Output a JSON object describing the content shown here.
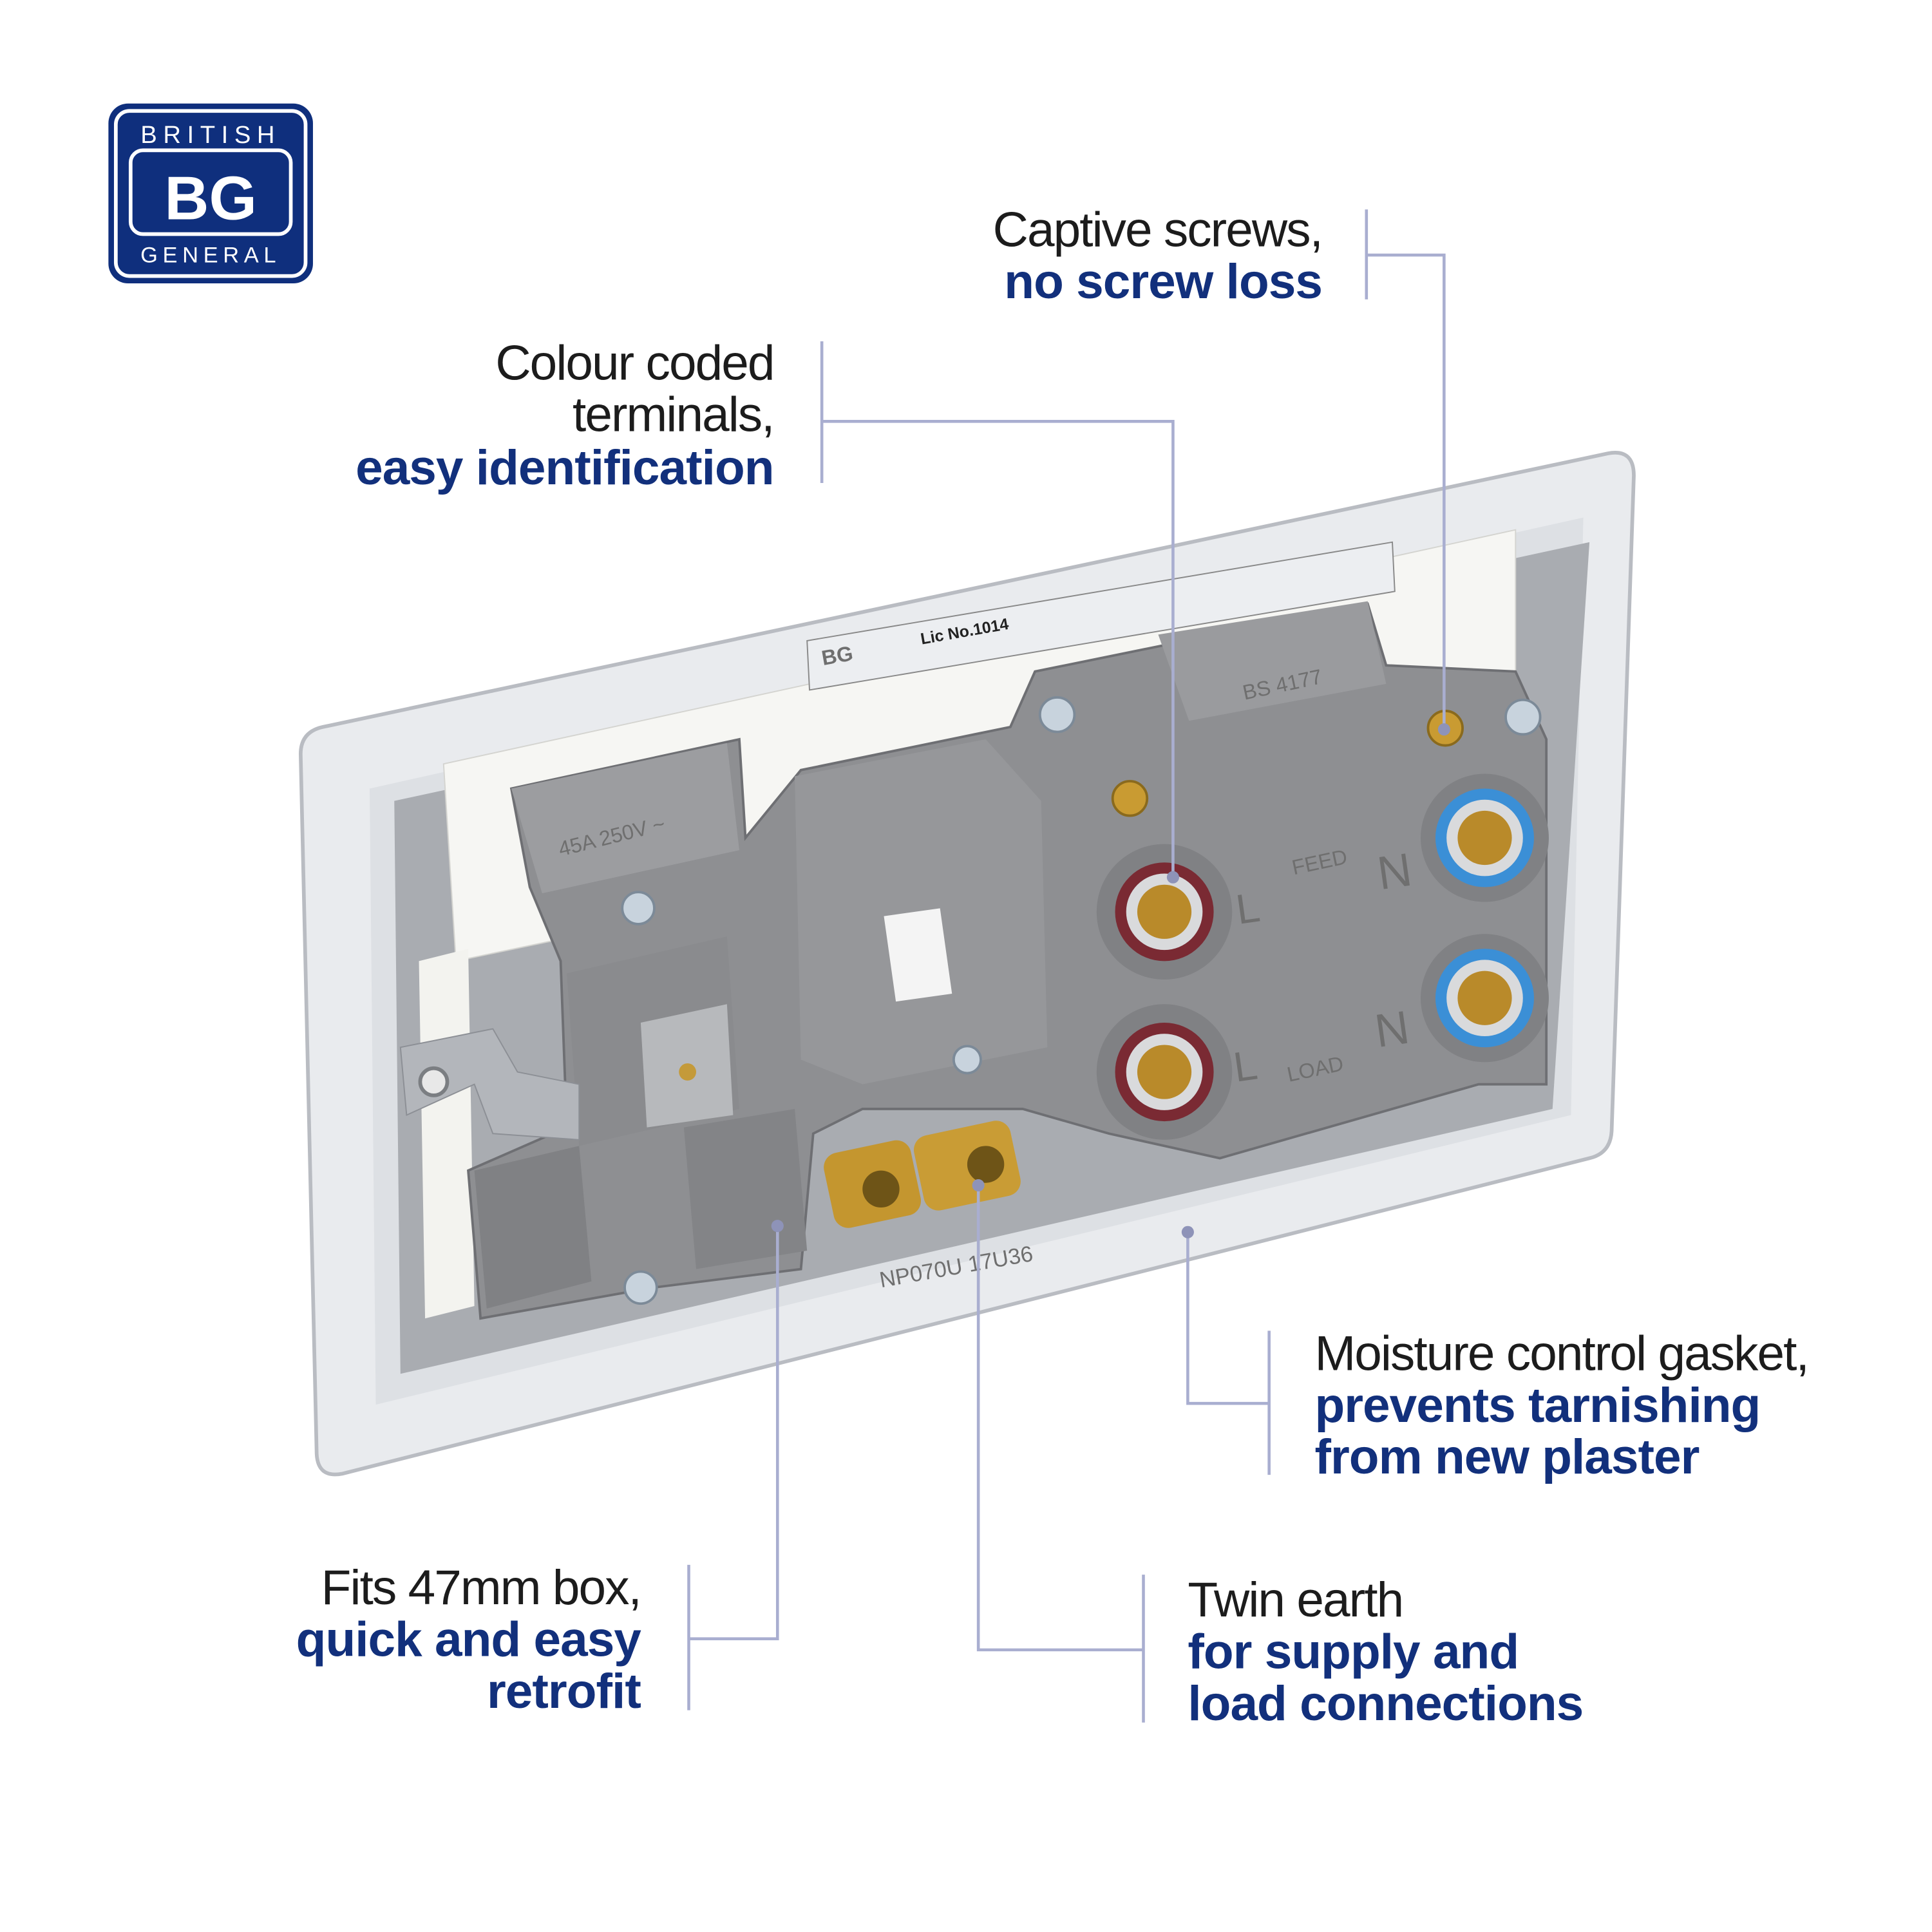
{
  "logo": {
    "top": "BRITISH",
    "mark": "BG",
    "bottom": "GENERAL"
  },
  "colors": {
    "brand_blue": "#0f2f7d",
    "callout_blue": "#12307c",
    "leader_line": "#a9aed0",
    "live_terminal": "#7a2a33",
    "neutral_terminal": "#3b8fd6",
    "body_grey": "#8c8c8c"
  },
  "callouts": [
    {
      "line1": "Captive screws,",
      "line2": "no screw loss"
    },
    {
      "line1": "Colour coded",
      "line2": "terminals,",
      "line3": "easy identification"
    },
    {
      "line1": "Moisture control gasket,",
      "line2": "prevents tarnishing",
      "line3": "from new plaster"
    },
    {
      "line1": "Fits 47mm box,",
      "line2": "quick and easy",
      "line3": "retrofit"
    },
    {
      "line1": "Twin earth",
      "line2": "for supply and",
      "line3": "load connections"
    }
  ],
  "product_markings": {
    "label_brand": "BG",
    "license": "Lic No.1014",
    "rating": "45A 250V ~",
    "standard": "BS 4177",
    "feed": "FEED",
    "load": "LOAD",
    "live": "L",
    "neutral": "N",
    "code": "NP070U 17U36"
  }
}
